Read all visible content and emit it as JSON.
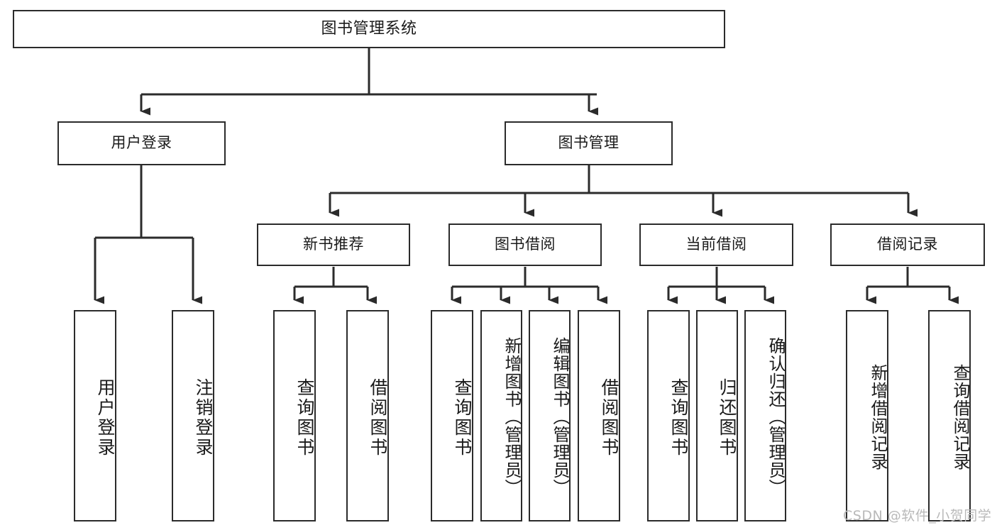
{
  "diagram": {
    "type": "tree",
    "title": "图书管理系统",
    "watermark": "CSDN @软件_小贺同学",
    "colors": {
      "box_border": "#2b2b2b",
      "box_fill": "#ffffff",
      "connector": "#2b2b2b",
      "text": "#1a1a1a",
      "watermark": "#b9b9b9",
      "background": "#ffffff"
    },
    "levels": {
      "root": "图书管理系统",
      "level1": [
        "用户登录",
        "图书管理"
      ],
      "level2": [
        "新书推荐",
        "图书借阅",
        "当前借阅",
        "借阅记录"
      ]
    },
    "nodes": {
      "root": {
        "label": "图书管理系统"
      },
      "user_login": {
        "label": "用户登录"
      },
      "book_manage": {
        "label": "图书管理"
      },
      "new_book_rec": {
        "label": "新书推荐"
      },
      "book_borrow": {
        "label": "图书借阅"
      },
      "current_borrow": {
        "label": "当前借阅"
      },
      "borrow_record": {
        "label": "借阅记录"
      },
      "leaf_user_login": {
        "label": "用户登录"
      },
      "leaf_user_logout": {
        "label": "注销登录"
      },
      "leaf_query_book_1": {
        "label": "查询图书"
      },
      "leaf_borrow_book_1": {
        "label": "借阅图书"
      },
      "leaf_query_book_2": {
        "label": "查询图书"
      },
      "leaf_add_book_admin": {
        "label": "新增图书（管理员）"
      },
      "leaf_edit_book_admin": {
        "label": "编辑图书（管理员）"
      },
      "leaf_borrow_book_2": {
        "label": "借阅图书"
      },
      "leaf_query_book_3": {
        "label": "查询图书"
      },
      "leaf_return_book": {
        "label": "归还图书"
      },
      "leaf_confirm_return_admin": {
        "label": "确认归还（管理员）"
      },
      "leaf_add_borrow_record": {
        "label": "新增借阅记录"
      },
      "leaf_query_borrow_record": {
        "label": "查询借阅记录"
      }
    },
    "edges": [
      {
        "from": "root",
        "to": "user_login"
      },
      {
        "from": "root",
        "to": "book_manage"
      },
      {
        "from": "user_login",
        "to": "leaf_user_login"
      },
      {
        "from": "user_login",
        "to": "leaf_user_logout"
      },
      {
        "from": "book_manage",
        "to": "new_book_rec"
      },
      {
        "from": "book_manage",
        "to": "book_borrow"
      },
      {
        "from": "book_manage",
        "to": "current_borrow"
      },
      {
        "from": "book_manage",
        "to": "borrow_record"
      },
      {
        "from": "new_book_rec",
        "to": "leaf_query_book_1"
      },
      {
        "from": "new_book_rec",
        "to": "leaf_borrow_book_1"
      },
      {
        "from": "book_borrow",
        "to": "leaf_query_book_2"
      },
      {
        "from": "book_borrow",
        "to": "leaf_add_book_admin"
      },
      {
        "from": "book_borrow",
        "to": "leaf_edit_book_admin"
      },
      {
        "from": "book_borrow",
        "to": "leaf_borrow_book_2"
      },
      {
        "from": "current_borrow",
        "to": "leaf_query_book_3"
      },
      {
        "from": "current_borrow",
        "to": "leaf_return_book"
      },
      {
        "from": "current_borrow",
        "to": "leaf_confirm_return_admin"
      },
      {
        "from": "borrow_record",
        "to": "leaf_add_borrow_record"
      },
      {
        "from": "borrow_record",
        "to": "leaf_query_borrow_record"
      }
    ]
  }
}
